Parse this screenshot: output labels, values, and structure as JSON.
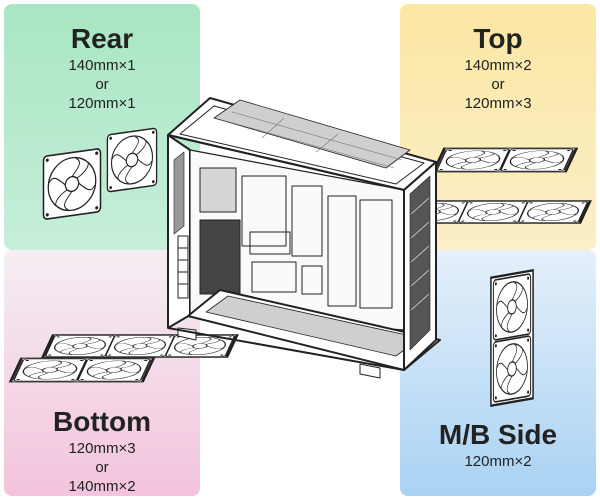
{
  "rear": {
    "title": "Rear",
    "lines": [
      "140mm×1",
      "or",
      "120mm×1"
    ]
  },
  "top": {
    "title": "Top",
    "lines": [
      "140mm×2",
      "or",
      "120mm×3"
    ]
  },
  "bottom": {
    "title": "Bottom",
    "lines": [
      "120mm×3",
      "or",
      "140mm×2"
    ]
  },
  "mb_side": {
    "title": "M/B Side",
    "lines": [
      "120mm×2"
    ]
  }
}
